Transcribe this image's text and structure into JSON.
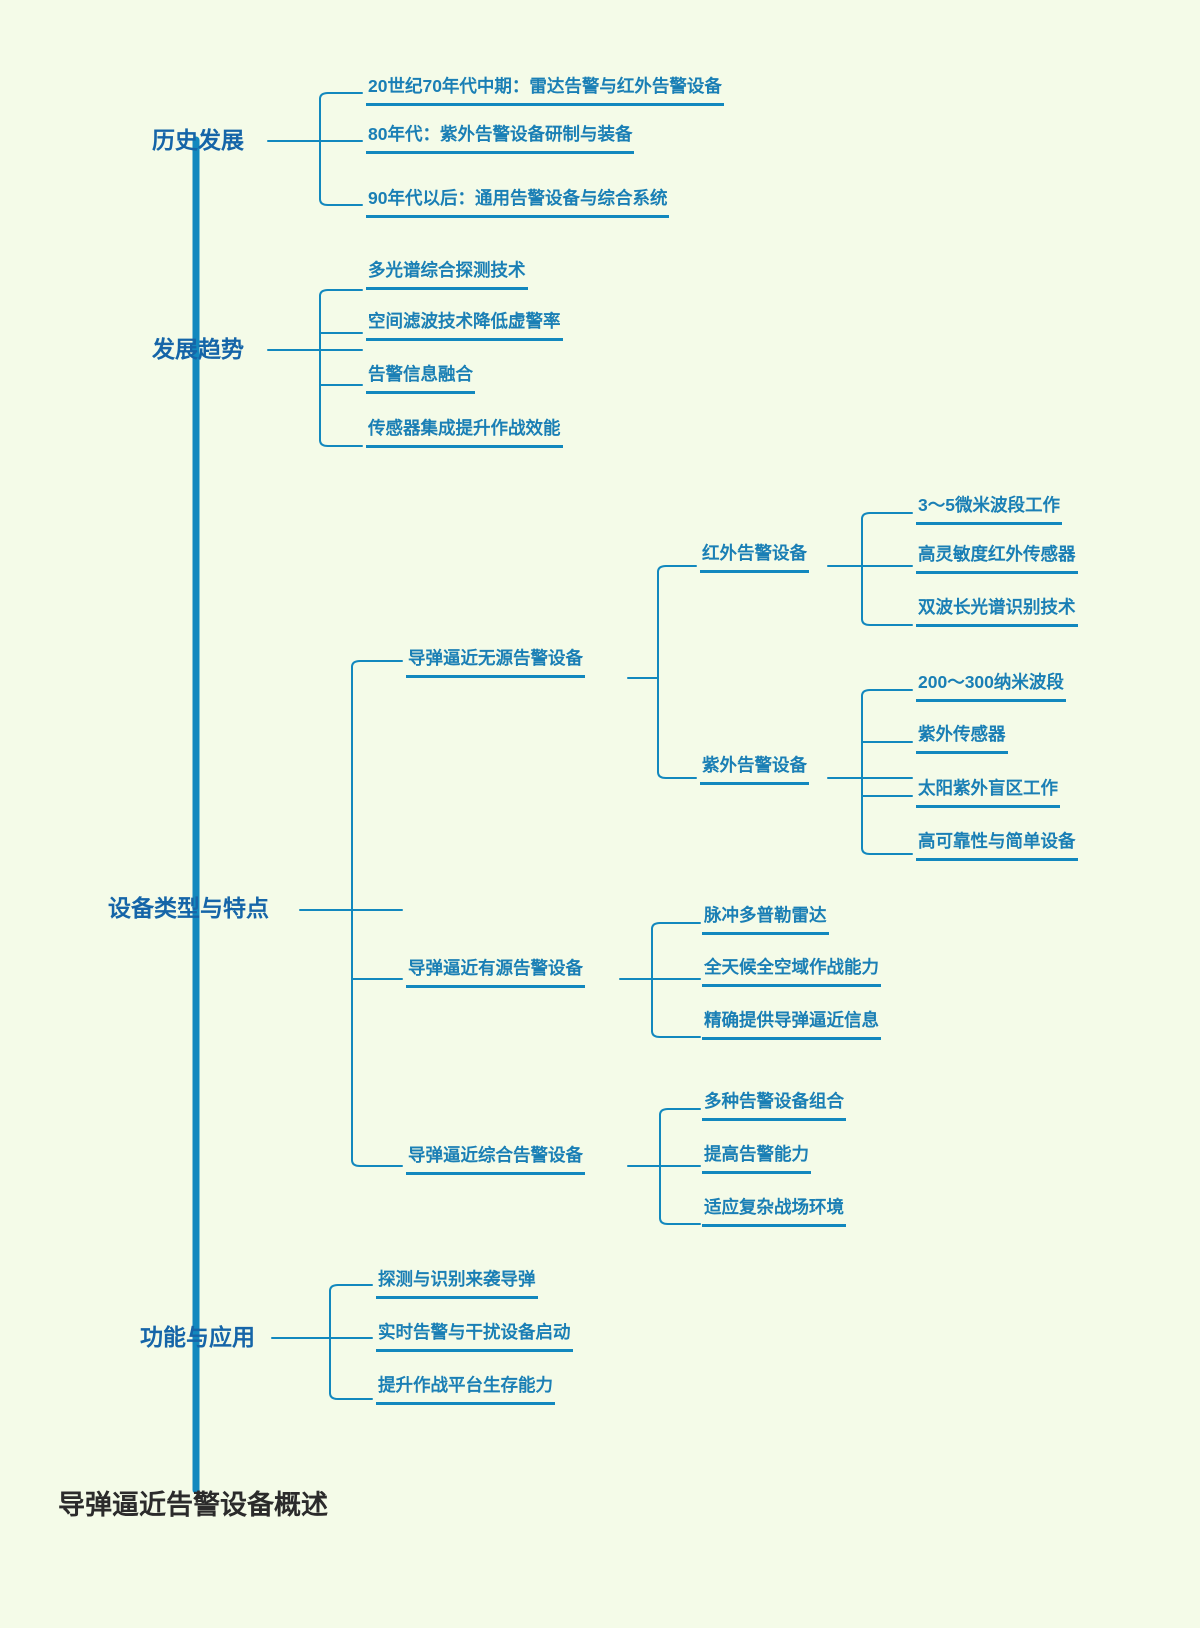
{
  "diagram": {
    "type": "mindmap",
    "orientation": "vertical-trunk-left",
    "root": {
      "label": "导弹逼近告警设备概述"
    },
    "colors": {
      "background": "#f4fbe8",
      "branch_text": "#1565a8",
      "leaf_text": "#1a7fb5",
      "line": "#1288be",
      "trunk": "#1288be",
      "root_text": "#2b2b2b"
    },
    "branches": [
      {
        "label": "历史发展",
        "children": [
          {
            "label": "20世纪70年代中期：雷达告警与红外告警设备"
          },
          {
            "label": "80年代：紫外告警设备研制与装备"
          },
          {
            "label": "90年代以后：通用告警设备与综合系统"
          }
        ]
      },
      {
        "label": "发展趋势",
        "children": [
          {
            "label": "多光谱综合探测技术"
          },
          {
            "label": "空间滤波技术降低虚警率"
          },
          {
            "label": "告警信息融合"
          },
          {
            "label": "传感器集成提升作战效能"
          }
        ]
      },
      {
        "label": "设备类型与特点",
        "children": [
          {
            "label": "导弹逼近无源告警设备",
            "children": [
              {
                "label": "红外告警设备",
                "children": [
                  {
                    "label": "3～5微米波段工作"
                  },
                  {
                    "label": "高灵敏度红外传感器"
                  },
                  {
                    "label": "双波长光谱识别技术"
                  }
                ]
              },
              {
                "label": "紫外告警设备",
                "children": [
                  {
                    "label": "200～300纳米波段"
                  },
                  {
                    "label": "紫外传感器"
                  },
                  {
                    "label": "太阳紫外盲区工作"
                  },
                  {
                    "label": "高可靠性与简单设备"
                  }
                ]
              }
            ]
          },
          {
            "label": "导弹逼近有源告警设备",
            "children": [
              {
                "label": "脉冲多普勒雷达"
              },
              {
                "label": "全天候全空域作战能力"
              },
              {
                "label": "精确提供导弹逼近信息"
              }
            ]
          },
          {
            "label": "导弹逼近综合告警设备",
            "children": [
              {
                "label": "多种告警设备组合"
              },
              {
                "label": "提高告警能力"
              },
              {
                "label": "适应复杂战场环境"
              }
            ]
          }
        ]
      },
      {
        "label": "功能与应用",
        "children": [
          {
            "label": "探测与识别来袭导弹"
          },
          {
            "label": "实时告警与干扰设备启动"
          },
          {
            "label": "提升作战平台生存能力"
          }
        ]
      }
    ]
  }
}
